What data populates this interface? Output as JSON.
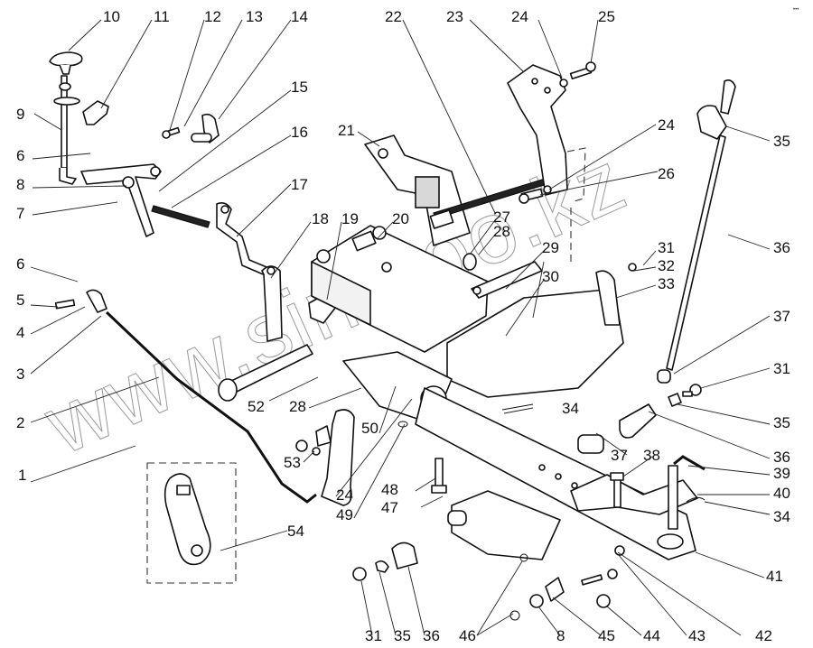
{
  "diagram": {
    "title": "Hydraulic lift control linkage and drawbar hitch — exploded parts view",
    "watermark": "www.sinotoo.kz",
    "corner_mark": "•••",
    "callouts": [
      {
        "id": "c10",
        "label": "10",
        "part": "knob"
      },
      {
        "id": "c11",
        "label": "11",
        "part": "bracket"
      },
      {
        "id": "c12",
        "label": "12",
        "part": "bolt"
      },
      {
        "id": "c13",
        "label": "13",
        "part": "lock washer"
      },
      {
        "id": "c14",
        "label": "14",
        "part": "pivot pin"
      },
      {
        "id": "c15",
        "label": "15",
        "part": "lever"
      },
      {
        "id": "c16",
        "label": "16",
        "part": "spring"
      },
      {
        "id": "c17",
        "label": "17",
        "part": "link"
      },
      {
        "id": "c18",
        "label": "18",
        "part": "lever"
      },
      {
        "id": "c19",
        "label": "19",
        "part": "cam"
      },
      {
        "id": "c20",
        "label": "20",
        "part": "control housing"
      },
      {
        "id": "c21",
        "label": "21",
        "part": "bracket"
      },
      {
        "id": "c22",
        "label": "22",
        "part": "shaft"
      },
      {
        "id": "c23",
        "label": "23",
        "part": "bracket"
      },
      {
        "id": "c24a",
        "label": "24",
        "part": "washer"
      },
      {
        "id": "c25",
        "label": "25",
        "part": "bolt"
      },
      {
        "id": "c24b",
        "label": "24",
        "part": "washer"
      },
      {
        "id": "c26",
        "label": "26",
        "part": "bolt"
      },
      {
        "id": "c35a",
        "label": "35",
        "part": "fork"
      },
      {
        "id": "c9",
        "label": "9",
        "part": "rod"
      },
      {
        "id": "c6a",
        "label": "6",
        "part": "cotter pin"
      },
      {
        "id": "c8a",
        "label": "8",
        "part": "washer"
      },
      {
        "id": "c7",
        "label": "7",
        "part": "cotter pin"
      },
      {
        "id": "c27",
        "label": "27",
        "part": "washer"
      },
      {
        "id": "c28a",
        "label": "28",
        "part": "pin"
      },
      {
        "id": "c29",
        "label": "29",
        "part": "link plate"
      },
      {
        "id": "c30",
        "label": "30",
        "part": "pin"
      },
      {
        "id": "c31a",
        "label": "31",
        "part": "bolt"
      },
      {
        "id": "c32",
        "label": "32",
        "part": "washer"
      },
      {
        "id": "c33",
        "label": "33",
        "part": "support"
      },
      {
        "id": "c36a",
        "label": "36",
        "part": "adjusting rod"
      },
      {
        "id": "c6b",
        "label": "6",
        "part": "cotter pin"
      },
      {
        "id": "c5",
        "label": "5",
        "part": "pin"
      },
      {
        "id": "c4",
        "label": "4",
        "part": "clevis"
      },
      {
        "id": "c3",
        "label": "3",
        "part": "locknut"
      },
      {
        "id": "c2",
        "label": "2",
        "part": "rod"
      },
      {
        "id": "c37a",
        "label": "37",
        "part": "nut"
      },
      {
        "id": "c31b",
        "label": "31",
        "part": "bolt"
      },
      {
        "id": "c35b",
        "label": "35",
        "part": "lock plate"
      },
      {
        "id": "c52",
        "label": "52",
        "part": "pin"
      },
      {
        "id": "c28b",
        "label": "28",
        "part": "pin"
      },
      {
        "id": "c34a",
        "label": "34",
        "part": "cotter pin"
      },
      {
        "id": "c50",
        "label": "50",
        "part": "plate"
      },
      {
        "id": "c36b",
        "label": "36",
        "part": "fork"
      },
      {
        "id": "c1",
        "label": "1",
        "part": "rod"
      },
      {
        "id": "c53",
        "label": "53",
        "part": "bolt"
      },
      {
        "id": "c24c",
        "label": "24",
        "part": "washer"
      },
      {
        "id": "c49",
        "label": "49",
        "part": "lever"
      },
      {
        "id": "c48",
        "label": "48",
        "part": "washer"
      },
      {
        "id": "c47",
        "label": "47",
        "part": "bolt"
      },
      {
        "id": "c37b",
        "label": "37",
        "part": "bolt"
      },
      {
        "id": "c38",
        "label": "38",
        "part": "bolt"
      },
      {
        "id": "c39",
        "label": "39",
        "part": "hitch pin"
      },
      {
        "id": "c40",
        "label": "40",
        "part": "clevis"
      },
      {
        "id": "c34b",
        "label": "34",
        "part": "cotter pin"
      },
      {
        "id": "c54",
        "label": "54",
        "part": "link plate"
      },
      {
        "id": "c41",
        "label": "41",
        "part": "drawbar"
      },
      {
        "id": "c31c",
        "label": "31",
        "part": "bolt"
      },
      {
        "id": "c35c",
        "label": "35",
        "part": "lock plate"
      },
      {
        "id": "c36c",
        "label": "36",
        "part": "fork"
      },
      {
        "id": "c46",
        "label": "46",
        "part": "clip"
      },
      {
        "id": "c8b",
        "label": "8",
        "part": "washer"
      },
      {
        "id": "c45",
        "label": "45",
        "part": "sleeve"
      },
      {
        "id": "c44",
        "label": "44",
        "part": "nut"
      },
      {
        "id": "c43",
        "label": "43",
        "part": "washer"
      },
      {
        "id": "c42",
        "label": "42",
        "part": "bolt"
      }
    ]
  }
}
